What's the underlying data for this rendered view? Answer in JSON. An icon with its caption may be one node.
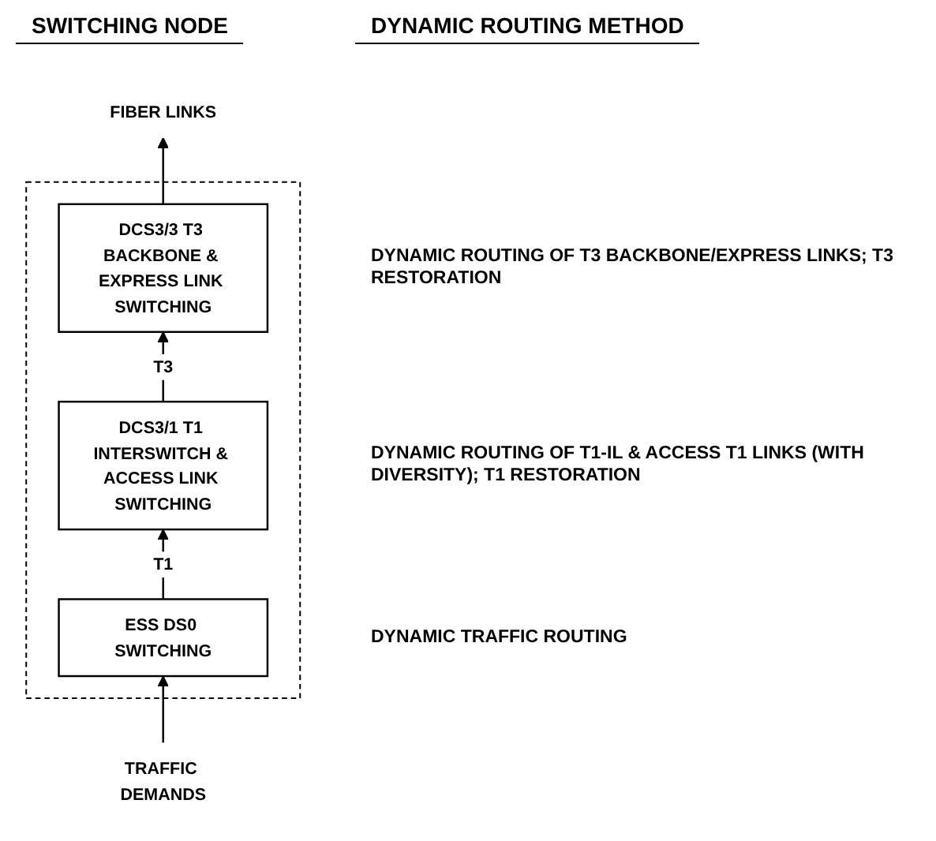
{
  "diagram": {
    "nodes": [
      {
        "text": [
          "FIBER LINKS"
        ]
      },
      {
        "text": [],
        "shape": "box"
      },
      {
        "text": [
          "DCS3/3 T3 BACKBONE & EXPRESS LINK SWITCHING"
        ],
        "in": 1
      },
      {
        "text": [
          "DCS3/1 T1 INTERSWITCH & ACCESS LINK SWITCHING"
        ],
        "in": 1
      },
      {
        "text": [
          "ESS DS0 SWITCHING"
        ],
        "in": 1
      },
      {
        "text": [
          "TRAFFIC DEMANDS"
        ]
      }
    ],
    "edges": [
      {
        "from": 5,
        "to": 4,
        "arrow": "to"
      },
      {
        "from": 4,
        "to": 3,
        "arrow": "to",
        "label": "T1"
      },
      {
        "from": 3,
        "to": 2,
        "arrow": "to",
        "label": "T3"
      },
      {
        "from": 2,
        "to": 0,
        "arrow": "to"
      }
    ],
    "labels": [
      "SWITCHING NODE",
      "DYNAMIC ROUTING METHOD",
      "DYNAMIC ROUTING OF T3 BACKBONE/EXPRESS LINKS; T3 RESTORATION",
      "DYNAMIC ROUTING OF T1-IL & ACCESS T1 LINKS (WITH DIVERSITY); T1 RESTORATION",
      "DYNAMIC TRAFFIC ROUTING"
    ]
  }
}
